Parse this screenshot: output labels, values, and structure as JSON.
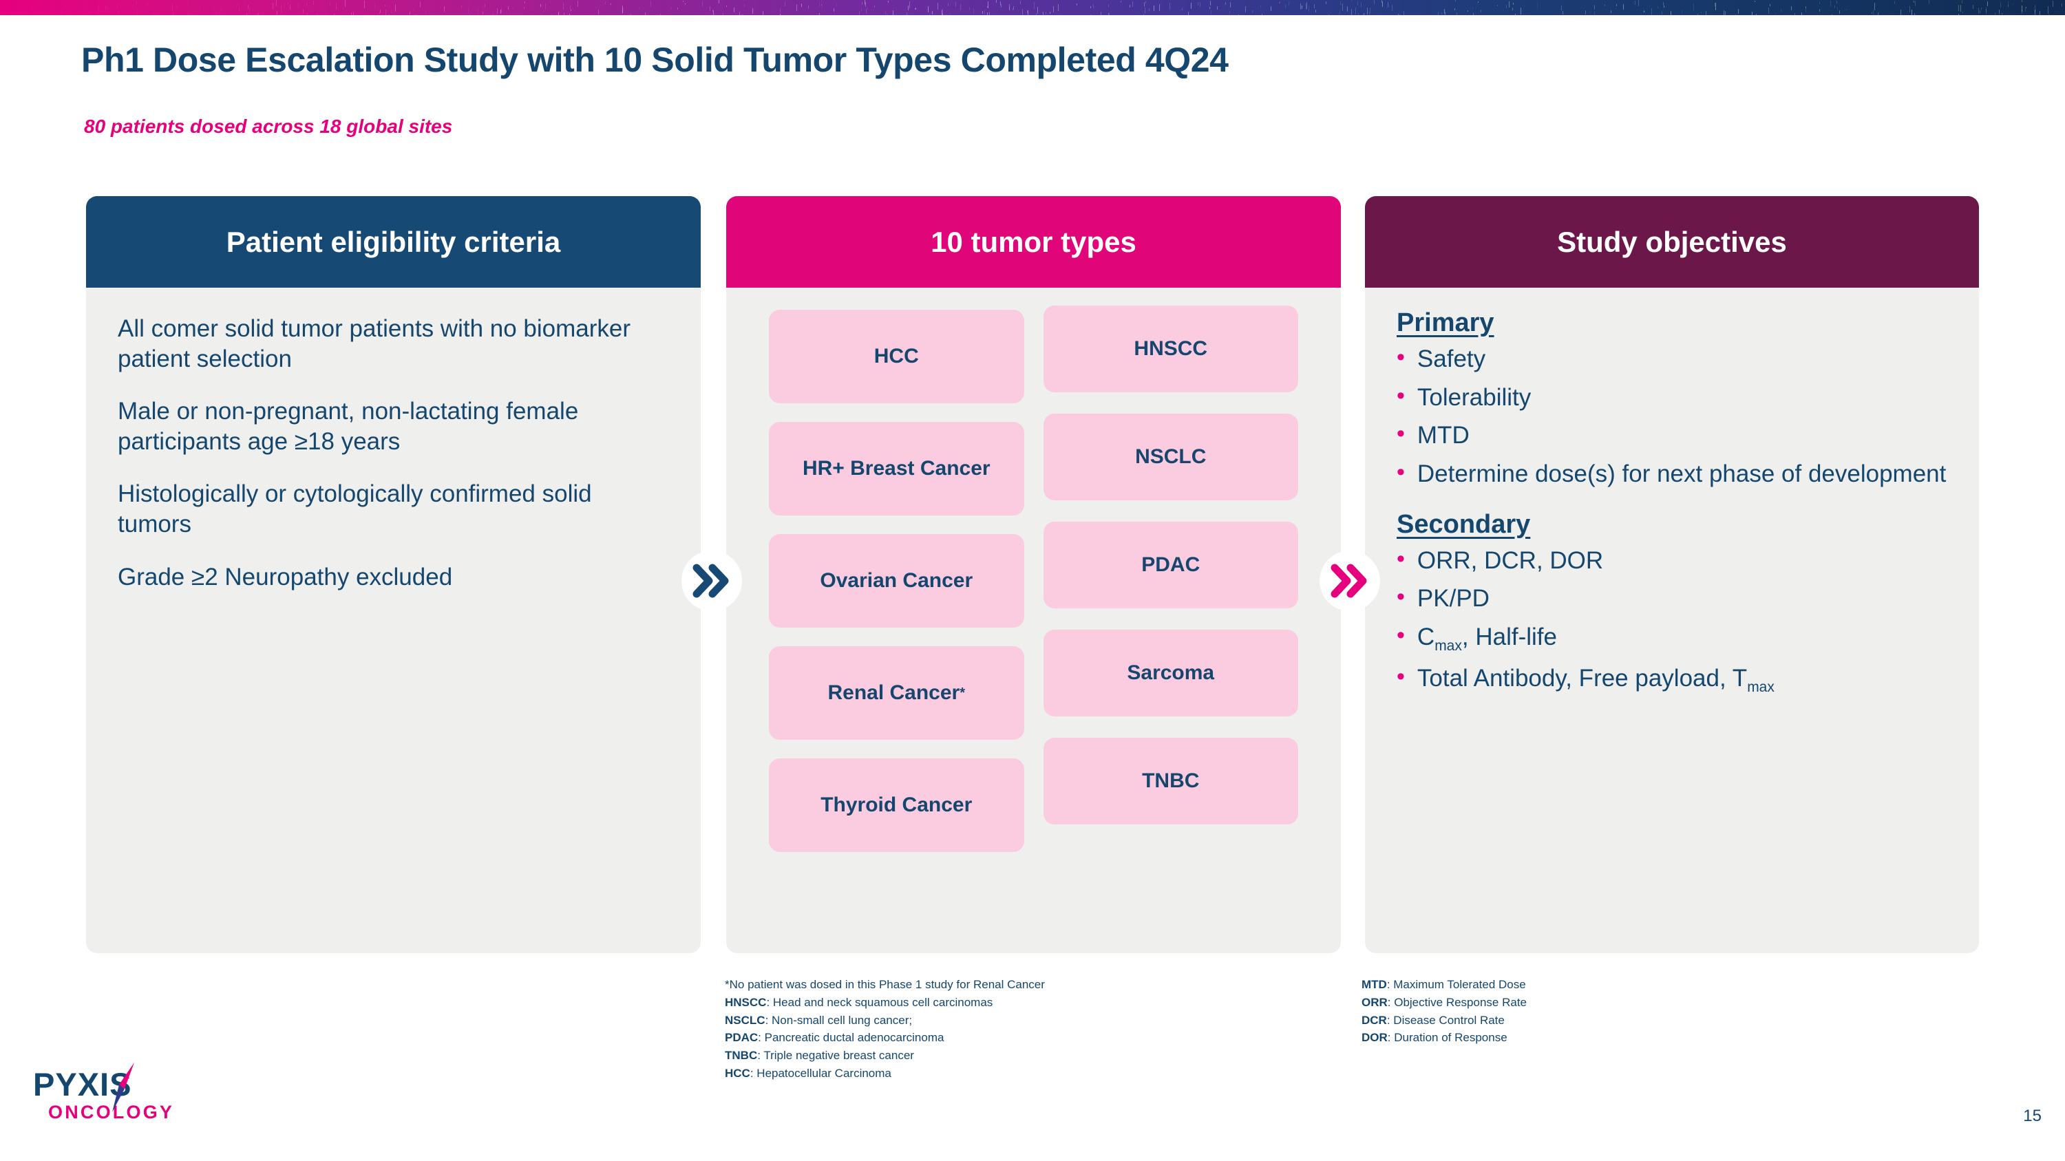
{
  "header": {
    "title": "Ph1 Dose Escalation Study with 10 Solid Tumor Types Completed 4Q24",
    "subtitle": "80 patients dosed across 18 global sites",
    "title_color": "#15466E",
    "subtitle_color": "#E6007E"
  },
  "panels": {
    "eligibility": {
      "heading": "Patient eligibility criteria",
      "header_color": "#164A74",
      "items": [
        "All comer solid tumor patients with no biomarker patient selection",
        "Male or non-pregnant, non-lactating female participants age ≥18 years",
        "Histologically or cytologically confirmed solid tumors",
        "Grade ≥2 Neuropathy excluded"
      ]
    },
    "tumors": {
      "heading": "10 tumor types",
      "header_color": "#E00578",
      "box_color": "#FBCCE0",
      "left_column": [
        {
          "label": "HCC",
          "footnote_marker": ""
        },
        {
          "label": "HR+ Breast Cancer",
          "footnote_marker": ""
        },
        {
          "label": "Ovarian Cancer",
          "footnote_marker": ""
        },
        {
          "label": "Renal Cancer",
          "footnote_marker": "*"
        },
        {
          "label": "Thyroid Cancer",
          "footnote_marker": ""
        }
      ],
      "right_column": [
        {
          "label": "HNSCC",
          "footnote_marker": ""
        },
        {
          "label": "NSCLC",
          "footnote_marker": ""
        },
        {
          "label": "PDAC",
          "footnote_marker": ""
        },
        {
          "label": "Sarcoma",
          "footnote_marker": ""
        },
        {
          "label": "TNBC",
          "footnote_marker": ""
        }
      ],
      "footnotes": [
        {
          "term": "",
          "text": "*No patient was dosed in this Phase 1 study for Renal Cancer"
        },
        {
          "term": "HNSCC",
          "text": ": Head and neck squamous cell carcinomas"
        },
        {
          "term": "NSCLC",
          "text": ": Non-small cell lung cancer;"
        },
        {
          "term": "PDAC",
          "text": ": Pancreatic ductal adenocarcinoma"
        },
        {
          "term": "TNBC",
          "text": ": Triple negative breast cancer"
        },
        {
          "term": "HCC",
          "text": ": Hepatocellular Carcinoma"
        }
      ]
    },
    "objectives": {
      "heading": "Study objectives",
      "header_color": "#6B1749",
      "primary_label": "Primary",
      "primary_items": [
        "Safety",
        "Tolerability",
        "MTD",
        "Determine dose(s) for next phase of development"
      ],
      "secondary_label": "Secondary",
      "secondary_items": [
        {
          "text": "ORR, DCR, DOR",
          "sub": ""
        },
        {
          "text": "PK/PD",
          "sub": ""
        },
        {
          "text": "C",
          "sub": "max",
          "tail": ", Half-life"
        },
        {
          "text": "Total Antibody, Free payload, T",
          "sub": "max",
          "tail": ""
        }
      ],
      "footnotes": [
        {
          "term": "MTD",
          "text": ": Maximum Tolerated Dose"
        },
        {
          "term": "ORR",
          "text": ": Objective Response Rate"
        },
        {
          "term": "DCR",
          "text": ": Disease Control Rate"
        },
        {
          "term": "DOR",
          "text": ": Duration of Response"
        }
      ]
    }
  },
  "connectors": [
    {
      "name": "chevron-1",
      "color": "#164A74"
    },
    {
      "name": "chevron-2",
      "color": "#E6007E"
    }
  ],
  "logo": {
    "word": "PYXIS",
    "subword": "ONCOLOGY",
    "word_color": "#15466E",
    "subword_color": "#E6007E"
  },
  "page_number": "15"
}
